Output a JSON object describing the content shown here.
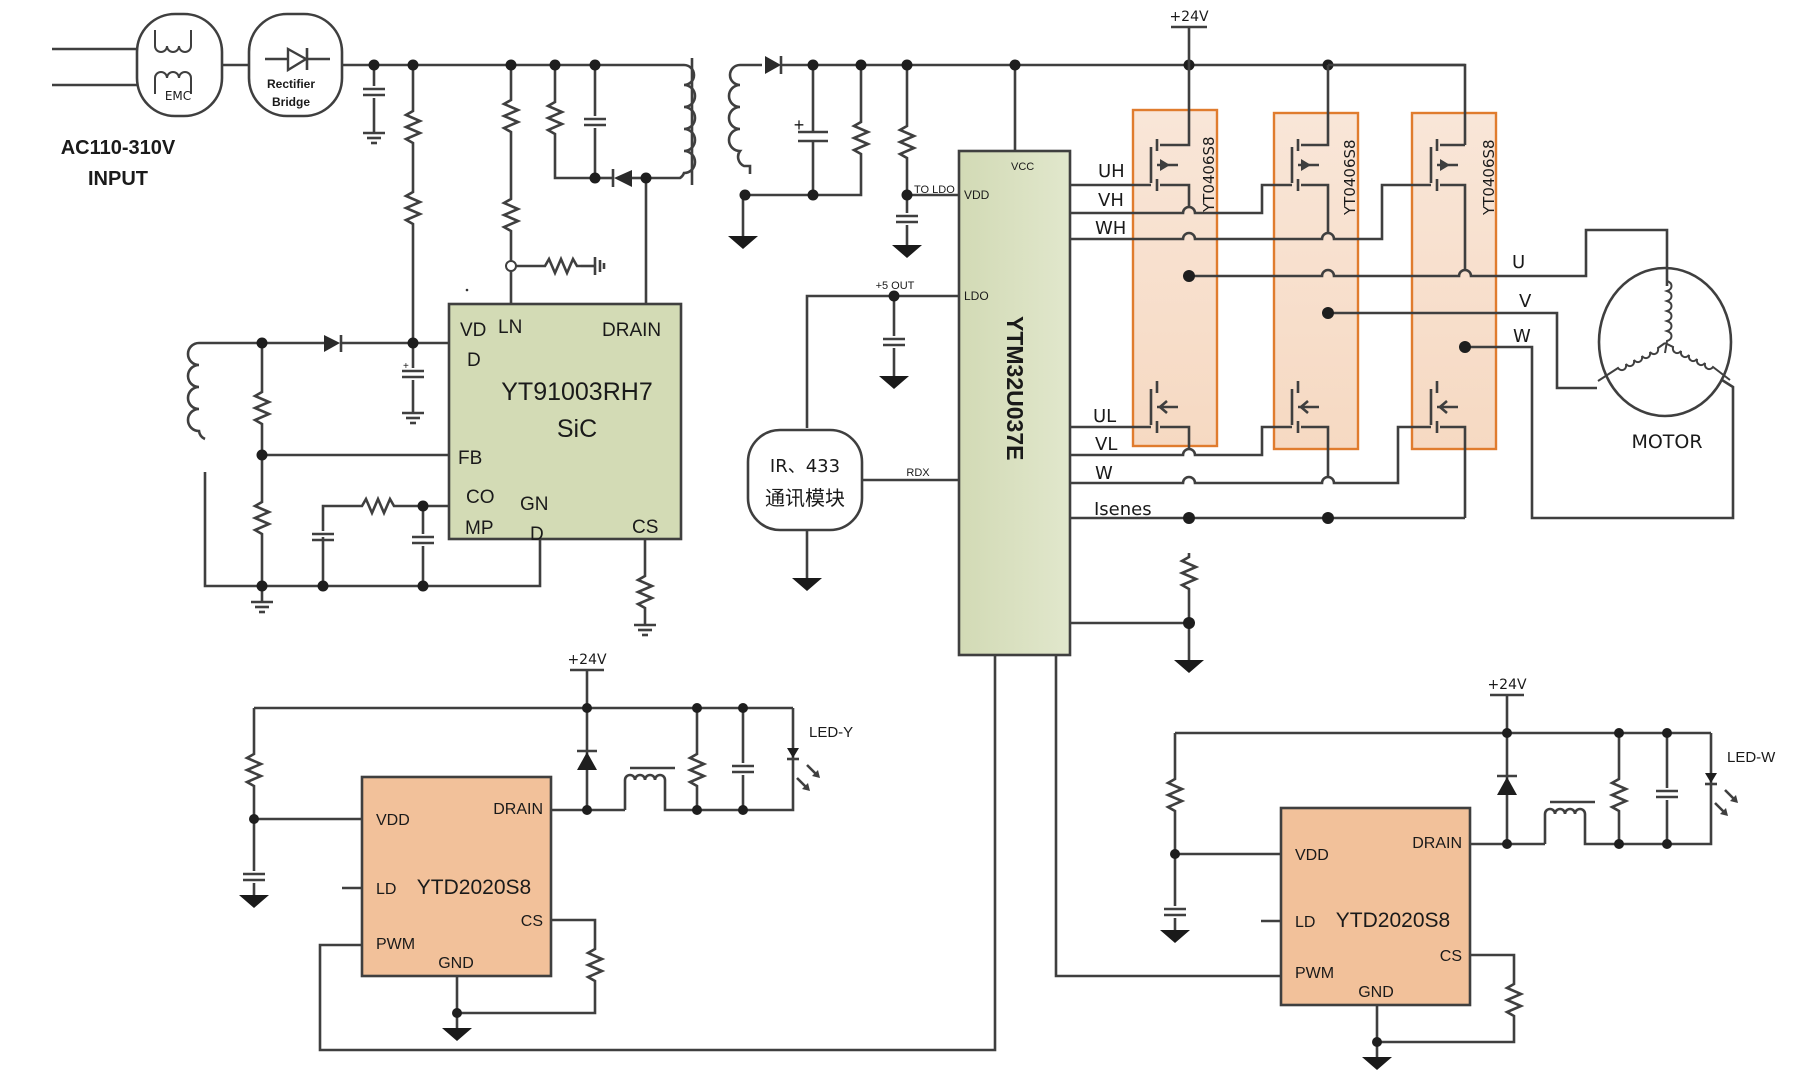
{
  "diagram": {
    "type": "circuit-schematic",
    "colors": {
      "wire": "#3f3f3f",
      "controller_fill": "#d5dcb8",
      "mosfet_box_fill": "#f8e4d4",
      "mosfet_box_border": "#e07c2e",
      "led_driver_fill": "#f2c19a"
    },
    "input": {
      "label_line1": "AC110-310V",
      "label_line2": "INPUT",
      "emc_label": "EMC",
      "rectifier_line1": "Rectifier",
      "rectifier_line2": "Bridge"
    },
    "flyback_ic": {
      "name": "YT91003RH7",
      "subname": "SiC",
      "pins": {
        "vdd_a": "VD",
        "vdd_b": "D",
        "ln": "LN",
        "drain": "DRAIN",
        "fb": "FB",
        "comp_a": "CO",
        "comp_b": "MP",
        "gnd_a": "GN",
        "gnd_b": "D",
        "cs": "CS"
      }
    },
    "mcu": {
      "name": "YTM32U037E",
      "pins": {
        "vcc": "VCC",
        "vdd": "VDD",
        "ldo": "LDO",
        "to_ldo": "TO LDO",
        "plus5": "+5 OUT",
        "rdx": "RDX"
      },
      "outputs": [
        "UH",
        "VH",
        "WH",
        "UL",
        "VL",
        "W",
        "Isenes"
      ]
    },
    "comm_module": {
      "line1": "IR、433",
      "line2": "通讯模块"
    },
    "bridge": {
      "supply": "+24V",
      "mosfets": [
        "YT0406S8",
        "YT0406S8",
        "YT0406S8"
      ],
      "phases": [
        "U",
        "V",
        "W"
      ]
    },
    "motor": {
      "label": "MOTOR"
    },
    "led_drivers": [
      {
        "name": "YTD2020S8",
        "supply": "+24V",
        "led_label": "LED-Y",
        "pins": {
          "vdd": "VDD",
          "ld": "LD",
          "pwm": "PWM",
          "gnd": "GND",
          "drain": "DRAIN",
          "cs": "CS"
        }
      },
      {
        "name": "YTD2020S8",
        "supply": "+24V",
        "led_label": "LED-W",
        "pins": {
          "vdd": "VDD",
          "ld": "LD",
          "pwm": "PWM",
          "gnd": "GND",
          "drain": "DRAIN",
          "cs": "CS"
        }
      }
    ]
  }
}
